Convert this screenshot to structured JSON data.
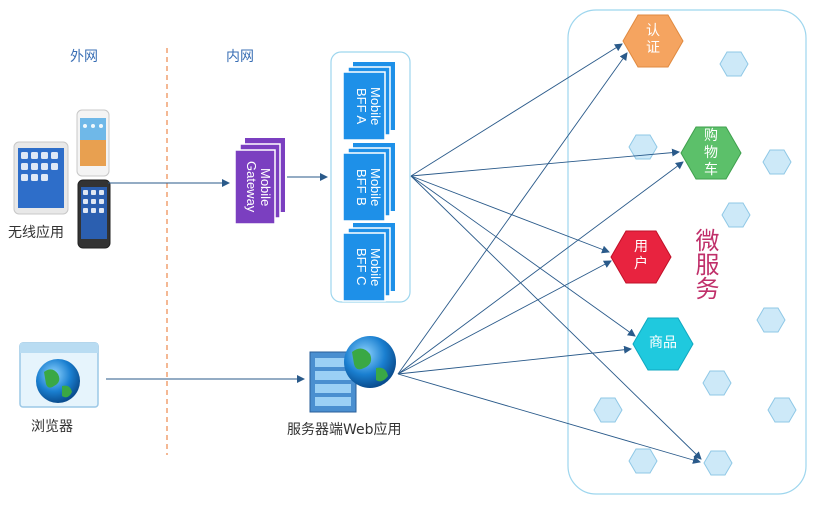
{
  "zones": {
    "outer": "外网",
    "inner": "内网"
  },
  "clients": {
    "mobile_label": "无线应用",
    "browser_label": "浏览器"
  },
  "gateway": {
    "line1": "Mobile",
    "line2": "Gateway"
  },
  "bffs": [
    {
      "line1": "Mobile",
      "line2": "BFF A"
    },
    {
      "line1": "Mobile",
      "line2": "BFF B"
    },
    {
      "line1": "Mobile",
      "line2": "BFF C"
    }
  ],
  "web_server": {
    "label": "服务器端Web应用"
  },
  "microservices": {
    "title": "微服务",
    "services": [
      {
        "name": "认证",
        "color": "#f5a460"
      },
      {
        "name": "购物车",
        "color": "#5cc06a"
      },
      {
        "name": "用户",
        "color": "#e8233f"
      },
      {
        "name": "商品",
        "color": "#1fc9de"
      }
    ],
    "placeholder_color": "#cde9f8"
  },
  "colors": {
    "divider": "#f0a070",
    "bff_blue": "#1e90e8",
    "gateway_purple": "#7b3fc0",
    "arrow": "#2a5a8a",
    "panel_border": "#9ed6ee"
  }
}
